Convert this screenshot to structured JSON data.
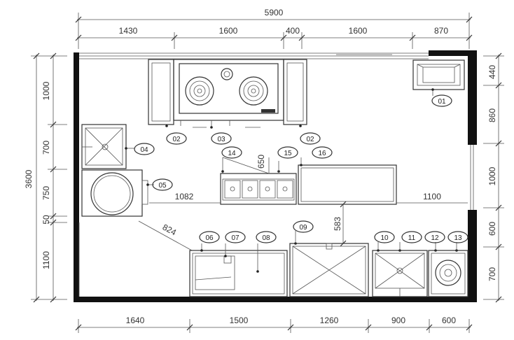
{
  "dimensions": {
    "top_total": "5900",
    "top_segments": [
      "1430",
      "1600",
      "400",
      "1600",
      "870"
    ],
    "bottom_segments": [
      "1640",
      "1500",
      "1260",
      "900",
      "600"
    ],
    "left_total": "3600",
    "left_segments": [
      "1000",
      "700",
      "750",
      "50",
      "1100"
    ],
    "right_segments": [
      "440",
      "860",
      "1000",
      "600",
      "700"
    ],
    "interior": {
      "d650": "650",
      "d1082": "1082",
      "d1100": "1100",
      "d824": "824",
      "d583": "583"
    }
  },
  "labels": {
    "l01": "01",
    "l02a": "02",
    "l03": "03",
    "l02b": "02",
    "l04": "04",
    "l05": "05",
    "l06": "06",
    "l07": "07",
    "l08": "08",
    "l09": "09",
    "l10": "10",
    "l11": "11",
    "l12": "12",
    "l13": "13",
    "l14": "14",
    "l15": "15",
    "l16": "16"
  }
}
